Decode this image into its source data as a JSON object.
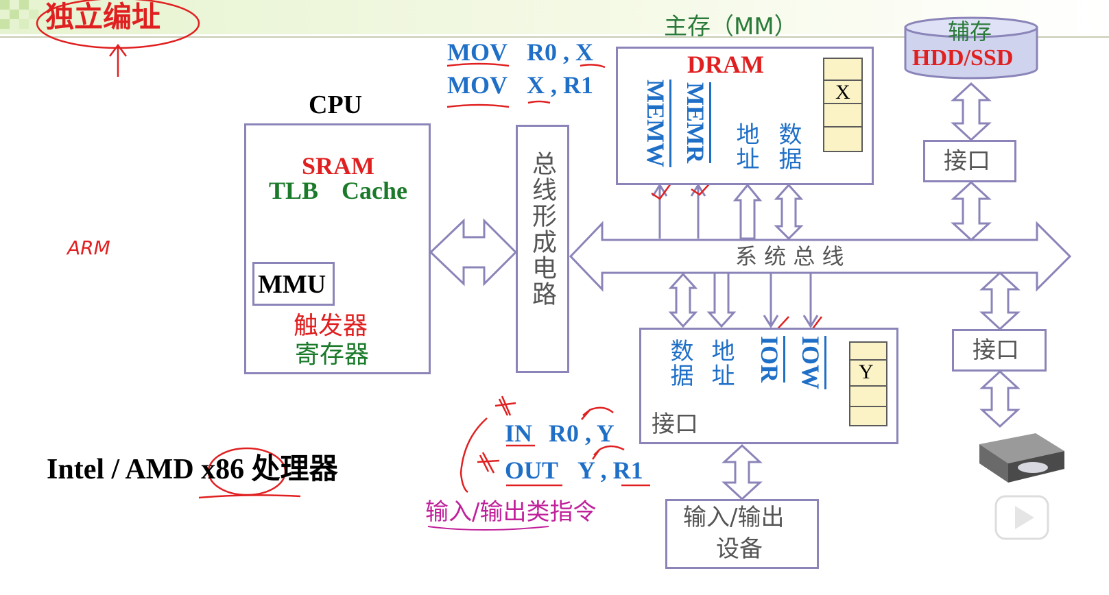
{
  "title": "独立编址",
  "cpu": {
    "label": "CPU",
    "sram": "SRAM",
    "tlb": "TLB",
    "cache": "Cache",
    "mmu": "MMU",
    "trigger_line1": "触发器",
    "trigger_line2": "寄存器"
  },
  "bus_circuit": "总线形成电路",
  "system_bus": "系 统 总 线",
  "main_memory": {
    "label": "主存（MM）",
    "dram": "DRAM",
    "memw": "MEMW",
    "memr": "MEMR",
    "address": "地址",
    "data": "数据",
    "cell_x": "X"
  },
  "aux_storage": {
    "line1": "辅存",
    "line2": "HDD/SSD",
    "interface": "接口"
  },
  "io_interface": {
    "data": "数据",
    "address": "地址",
    "ior": "IOR",
    "iow": "IOW",
    "cell_y": "Y",
    "label": "接口"
  },
  "right_interface": "接口",
  "io_device": {
    "line1": "输入/输出",
    "line2": "设备"
  },
  "mov_instructions": {
    "line1_op": "MOV",
    "line1_args": "R0 , X",
    "line2_op": "MOV",
    "line2_args": "X , R1"
  },
  "io_instructions": {
    "line1_op": "IN",
    "line1_args": "R0 , Y",
    "line2_op": "OUT",
    "line2_args": "Y , R1",
    "caption": "输入/输出类指令"
  },
  "processor_label": "Intel / AMD x86 处理器",
  "annotation_arm": "ARM",
  "colors": {
    "box_border": "#8a84b8",
    "cell_fill": "#fbf3c6",
    "instruction_blue": "#1f6fc7",
    "heading_red": "#e02020",
    "label_green": "#1a7a2a",
    "caption_magenta": "#c0209a"
  }
}
